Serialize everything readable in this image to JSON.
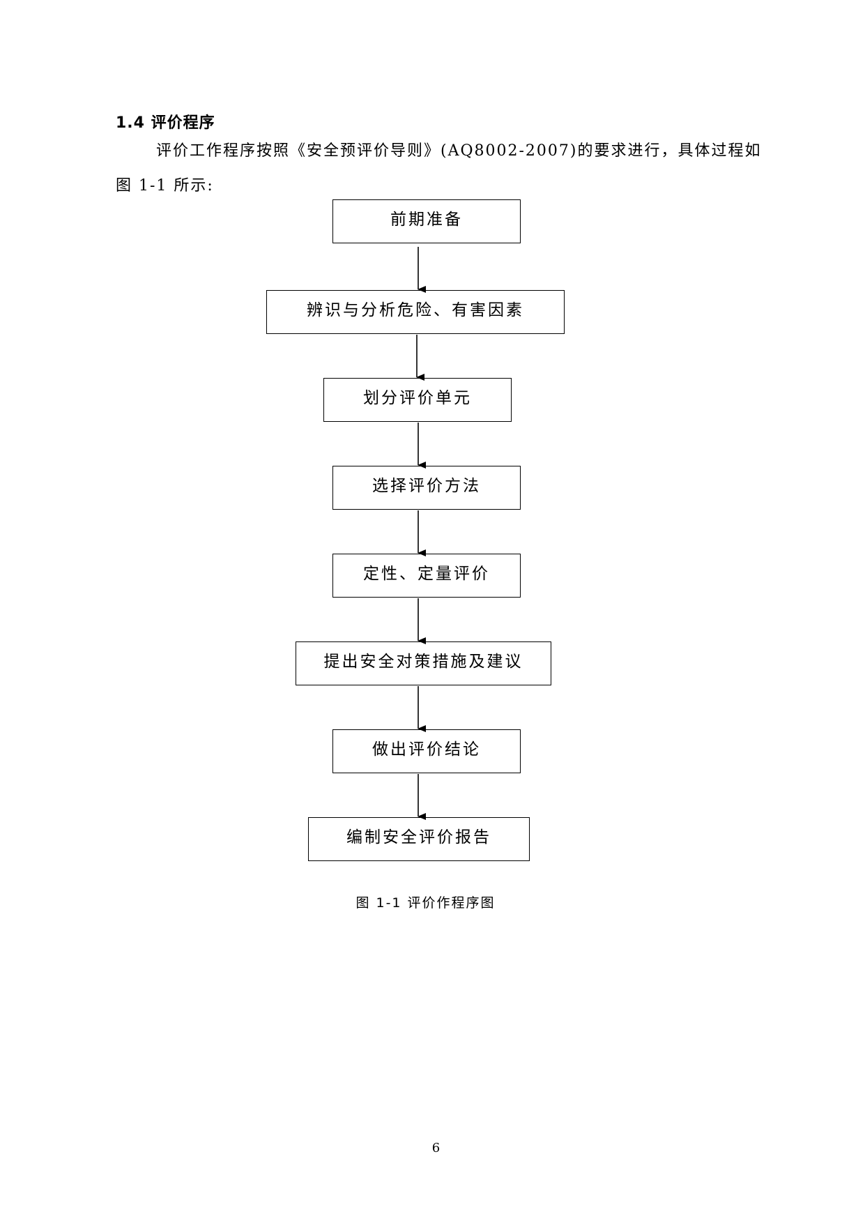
{
  "section": {
    "heading": "1.4 评价程序",
    "paragraph_line1": "评价工作程序按照《安全预评价导则》(AQ8002-2007)的要求进行，具体过程如",
    "paragraph_line2": "图 1-1 所示:"
  },
  "flowchart": {
    "steps": [
      {
        "label": "前期准备"
      },
      {
        "label": "辨识与分析危险、有害因素"
      },
      {
        "label": "划分评价单元"
      },
      {
        "label": "选择评价方法"
      },
      {
        "label": "定性、定量评价"
      },
      {
        "label": "提出安全对策措施及建议"
      },
      {
        "label": "做出评价结论"
      },
      {
        "label": "编制安全评价报告"
      }
    ],
    "caption": "图 1-1  评价作程序图"
  },
  "page": {
    "number": "6"
  }
}
